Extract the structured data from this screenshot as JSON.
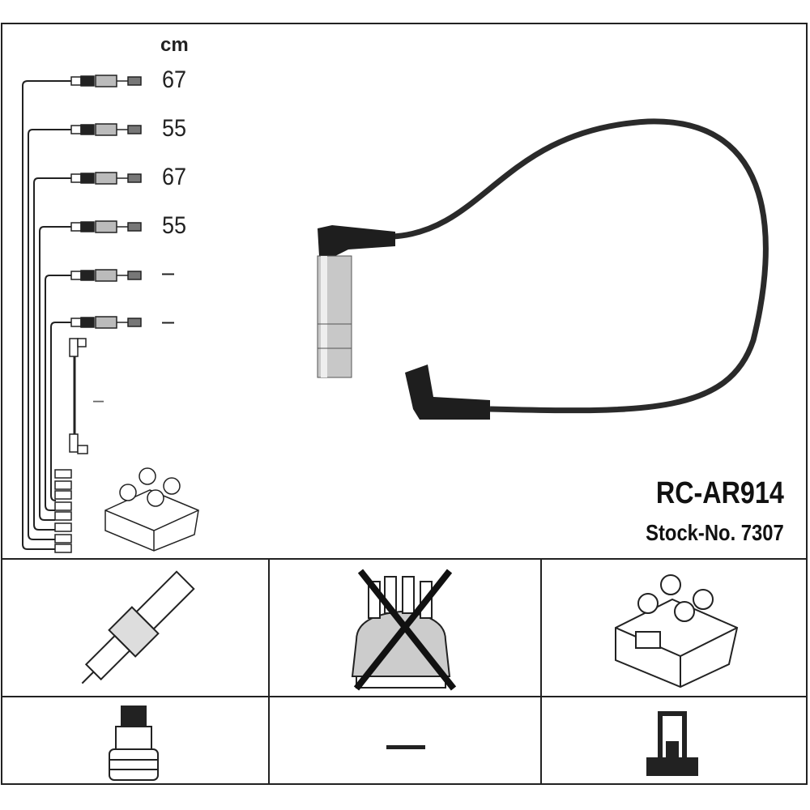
{
  "lengths": {
    "unit": "cm",
    "wires": [
      "67",
      "55",
      "67",
      "55",
      "–",
      "–"
    ],
    "coil_lead": "–"
  },
  "product": {
    "code": "RC-AR914",
    "stock_no": "Stock-No. 7307"
  },
  "applicability": {
    "spark_plug": "applicable",
    "distributor_cap": "not-applicable",
    "ignition_coil": "applicable",
    "plug_connector": "applicable",
    "cap_connector": "–",
    "coil_connector": "applicable"
  },
  "colors": {
    "line": "#222222",
    "background": "#ffffff"
  }
}
